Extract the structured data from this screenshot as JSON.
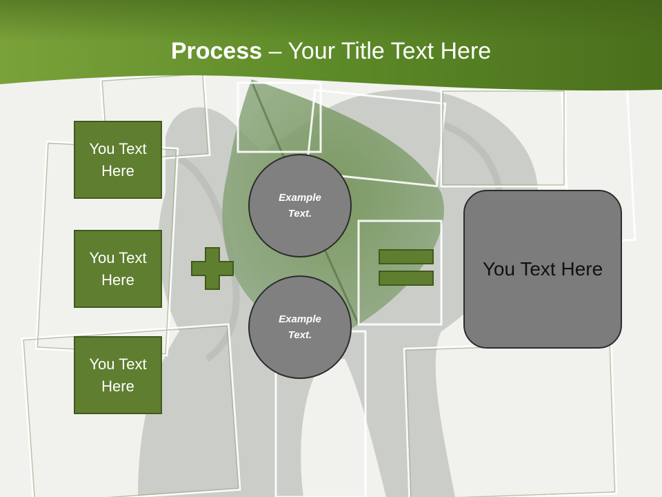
{
  "slide": {
    "title_bold": "Process",
    "title_rest": " – Your Title Text Here",
    "inputs": [
      {
        "label": "You Text Here"
      },
      {
        "label": "You Text Here"
      },
      {
        "label": "You Text Here"
      }
    ],
    "plus_icon": "plus-icon",
    "circles": [
      {
        "label": "Example Text."
      },
      {
        "label": "Example Text."
      }
    ],
    "equals_icon": "equals-icon",
    "result": {
      "label": "You Text Here"
    }
  },
  "colors": {
    "header_green": "#5f8a2a",
    "box_green": "#5f7e30",
    "circle_gray": "#808080",
    "result_gray": "#7c7c7c"
  }
}
